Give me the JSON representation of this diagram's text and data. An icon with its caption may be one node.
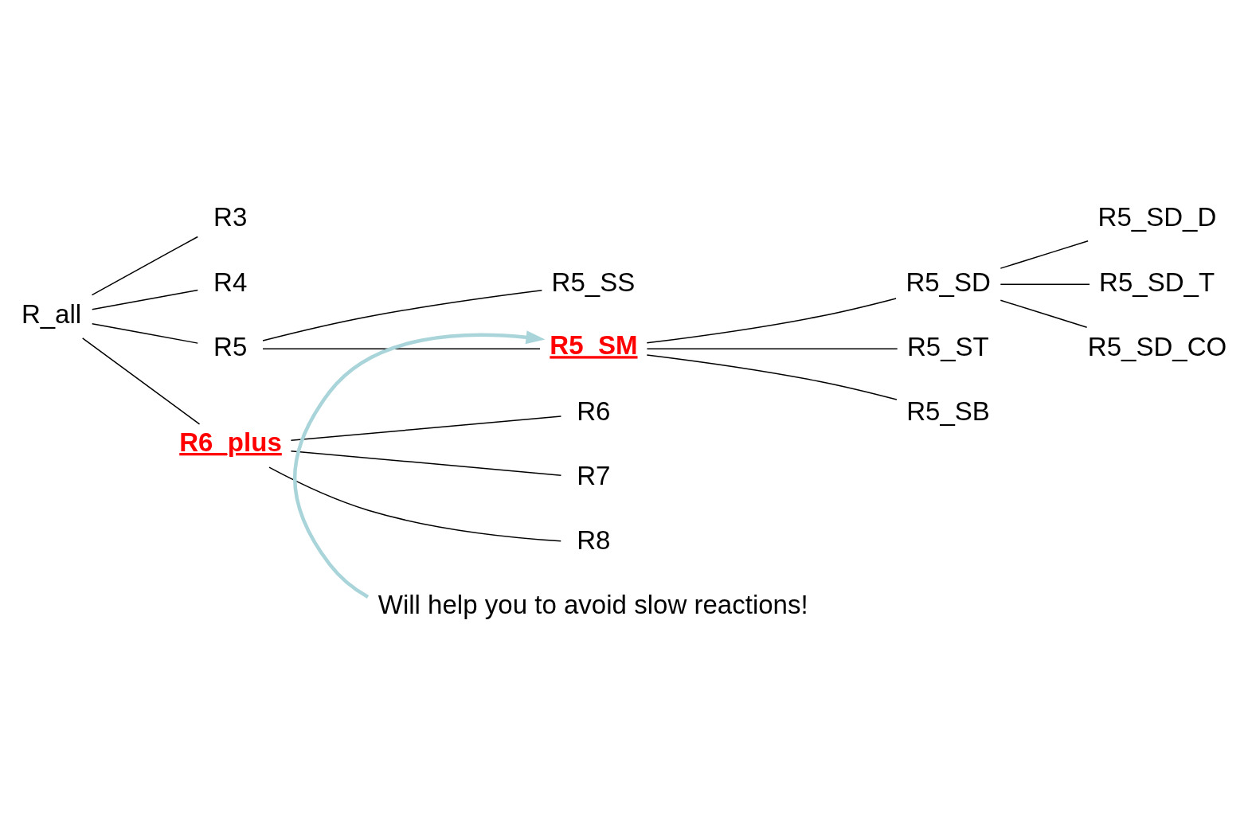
{
  "diagram": {
    "nodes": [
      {
        "text": [
          "R_all"
        ]
      },
      {
        "text": [
          "R3"
        ]
      },
      {
        "text": [
          "R4"
        ]
      },
      {
        "text": [
          "R5"
        ]
      },
      {
        "text": [
          "R5_SS"
        ]
      },
      {
        "text": [
          "R5_SM"
        ]
      },
      {
        "text": [
          "R5_SD"
        ]
      },
      {
        "text": [
          "R5_SD_D"
        ]
      },
      {
        "text": [
          "R5_SD_T"
        ]
      },
      {
        "text": [
          "R5_SD_CO"
        ]
      },
      {
        "text": [
          "R5_ST"
        ]
      },
      {
        "text": [
          "R5_SB"
        ]
      },
      {
        "text": [
          "R6_plus"
        ]
      },
      {
        "text": [
          "R6"
        ]
      },
      {
        "text": [
          "R7"
        ]
      },
      {
        "text": [
          "R8"
        ]
      },
      {
        "text": [
          "Will help you to avoid slow reactions!"
        ]
      }
    ],
    "edges": [
      {
        "from": 0,
        "to": 1,
        "arrow": "none"
      },
      {
        "from": 0,
        "to": 2,
        "arrow": "none"
      },
      {
        "from": 0,
        "to": 3,
        "arrow": "none"
      },
      {
        "from": 0,
        "to": 12,
        "arrow": "none"
      },
      {
        "from": 3,
        "to": 4,
        "arrow": "none"
      },
      {
        "from": 3,
        "to": 5,
        "arrow": "none"
      },
      {
        "from": 5,
        "to": 6,
        "arrow": "none"
      },
      {
        "from": 5,
        "to": 10,
        "arrow": "none"
      },
      {
        "from": 5,
        "to": 11,
        "arrow": "none"
      },
      {
        "from": 6,
        "to": 7,
        "arrow": "none"
      },
      {
        "from": 6,
        "to": 8,
        "arrow": "none"
      },
      {
        "from": 6,
        "to": 9,
        "arrow": "none"
      },
      {
        "from": 12,
        "to": 13,
        "arrow": "none"
      },
      {
        "from": 12,
        "to": 14,
        "arrow": "none"
      },
      {
        "from": 12,
        "to": 15,
        "arrow": "none"
      },
      {
        "from": 16,
        "to": 5,
        "arrow": "to",
        "style": "thick",
        "color": "#a9d5da"
      }
    ]
  }
}
